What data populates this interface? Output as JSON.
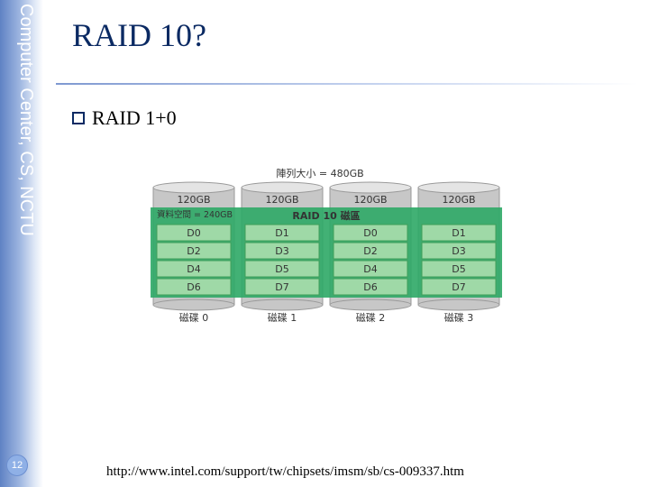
{
  "sidebar": {
    "text": "Computer Center, CS, NCTU"
  },
  "page_number": "12",
  "title": "RAID 10?",
  "bullet": "RAID 1+0",
  "diagram": {
    "array_size": "陣列大小 = 480GB",
    "volume_label": "RAID 10 磁區",
    "space_label": "資料空間 = 240GB",
    "disks": [
      {
        "capacity": "120GB",
        "blocks": [
          "D0",
          "D2",
          "D4",
          "D6"
        ],
        "label": "磁碟 0"
      },
      {
        "capacity": "120GB",
        "blocks": [
          "D1",
          "D3",
          "D5",
          "D7"
        ],
        "label": "磁碟 1"
      },
      {
        "capacity": "120GB",
        "blocks": [
          "D0",
          "D2",
          "D4",
          "D6"
        ],
        "label": "磁碟 2"
      },
      {
        "capacity": "120GB",
        "blocks": [
          "D1",
          "D3",
          "D5",
          "D7"
        ],
        "label": "磁碟 3"
      }
    ],
    "colors": {
      "band": "#2ea866",
      "block": "#9fd9a7",
      "block_border": "#3f9e5a",
      "disk": "#c7c7c7",
      "text": "#333333"
    }
  },
  "source_url": "http://www.intel.com/support/tw/chipsets/imsm/sb/cs-009337.htm"
}
